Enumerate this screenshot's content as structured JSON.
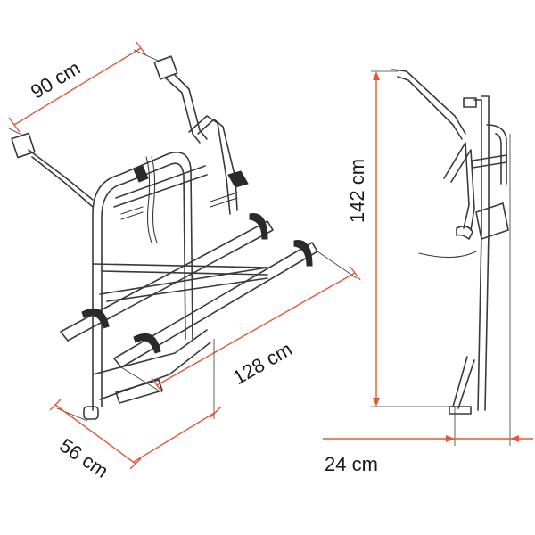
{
  "dimensions": {
    "width_top": "90 cm",
    "length_bars": "128 cm",
    "depth_bottom": "56 cm",
    "height_total": "142 cm",
    "depth_side": "24 cm"
  },
  "colors": {
    "dimension_line": "#e05a3a",
    "frame": "#3a3a3a",
    "background": "#ffffff"
  }
}
